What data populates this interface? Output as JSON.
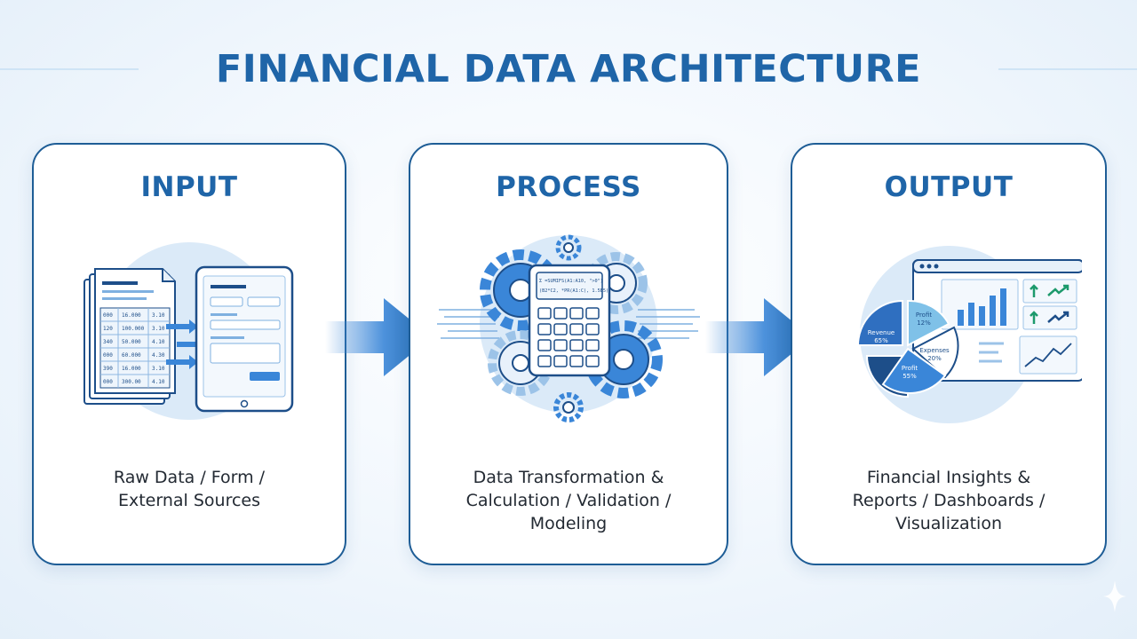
{
  "title": "FINANCIAL DATA ARCHITECTURE",
  "stages": [
    {
      "title": "INPUT",
      "description": [
        "Raw Data / Form /",
        "External Sources"
      ],
      "table_rows": [
        [
          "000",
          "16.000",
          "3.10"
        ],
        [
          "120",
          "100.000",
          "3.10"
        ],
        [
          "340",
          "50.000",
          "4.10"
        ],
        [
          "000",
          "60.000",
          "4.30"
        ],
        [
          "390",
          "16.000",
          "3.10"
        ],
        [
          "000",
          "300.00",
          "4.10"
        ]
      ]
    },
    {
      "title": "PROCESS",
      "description": [
        "Data Transformation &",
        "Calculation / Validation /",
        "Modeling"
      ],
      "calculator_display": [
        "Σ =SUMIFS(A1:A10, \">0\")",
        "(B2*C2, *PR(A1:C), 1.5E5)"
      ]
    },
    {
      "title": "OUTPUT",
      "description": [
        "Financial Insights &",
        "Reports / Dashboards /",
        "Visualization"
      ],
      "pie_slices": [
        {
          "label": "Revenue",
          "value": "65%"
        },
        {
          "label": "Profit",
          "value": "12%"
        },
        {
          "label": "Expenses",
          "value": "20%"
        },
        {
          "label": "Profit",
          "value": "55%"
        }
      ]
    }
  ],
  "colors": {
    "primary": "#1f65a8",
    "panel_border": "#1e5d96",
    "light_blue": "#dbeaf8",
    "accent": "#3a86d8",
    "dark_blue": "#1d4e89"
  }
}
